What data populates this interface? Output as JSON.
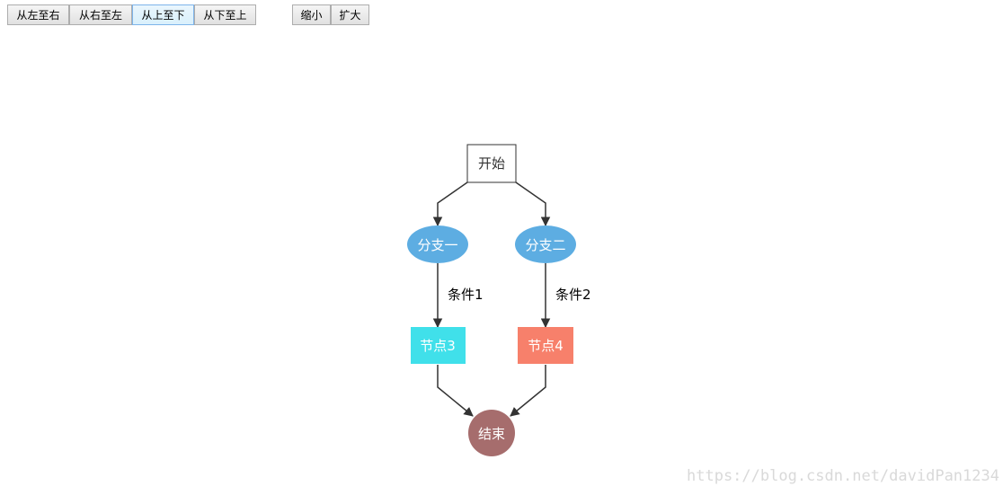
{
  "toolbar": {
    "layout_buttons": [
      "从左至右",
      "从右至左",
      "从上至下",
      "从下至上"
    ],
    "active_layout": "从上至下",
    "zoom_buttons": [
      "缩小",
      "扩大"
    ]
  },
  "diagram": {
    "nodes": {
      "start": "开始",
      "branch1": "分支一",
      "branch2": "分支二",
      "node3": "节点3",
      "node4": "节点4",
      "end": "结束"
    },
    "edge_labels": {
      "cond1": "条件1",
      "cond2": "条件2"
    },
    "colors": {
      "branch": "#5dade2",
      "node3": "#40e0ea",
      "node4": "#f7806b",
      "end": "#a66d6d",
      "edge": "#333333"
    }
  },
  "watermark": "https://blog.csdn.net/davidPan1234"
}
